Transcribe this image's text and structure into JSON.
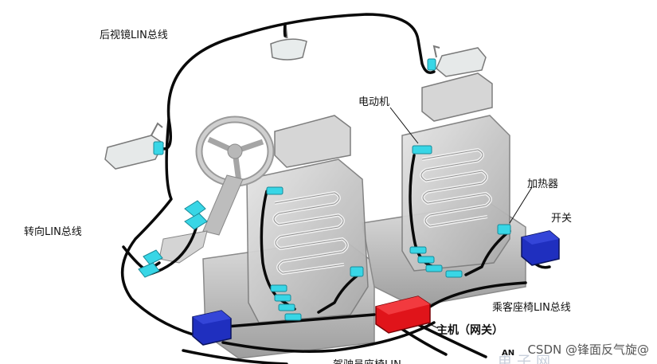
{
  "labels": {
    "mirror_lin_bus": "后视镜LIN总线",
    "motor": "电动机",
    "heater": "加热器",
    "switch": "开关",
    "steering_lin_bus": "转向LIN总线",
    "passenger_seat_lin_bus": "乘客座椅LIN总线",
    "host_gateway": "主机（网关）",
    "driver_seat_lin_bus": "驾驶员座椅LIN",
    "an_text": "AN"
  },
  "watermark": "CSDN @锋面反气旋@",
  "faint_watermark": "电子网",
  "colors": {
    "wire": "#0a0a0a",
    "seat_body": "#c9c9c9",
    "seat_edge": "#8a8a8a",
    "connector_cyan": "#38d6e6",
    "gateway_red": "#e0141a",
    "switch_blue": "#1f2fbf"
  }
}
